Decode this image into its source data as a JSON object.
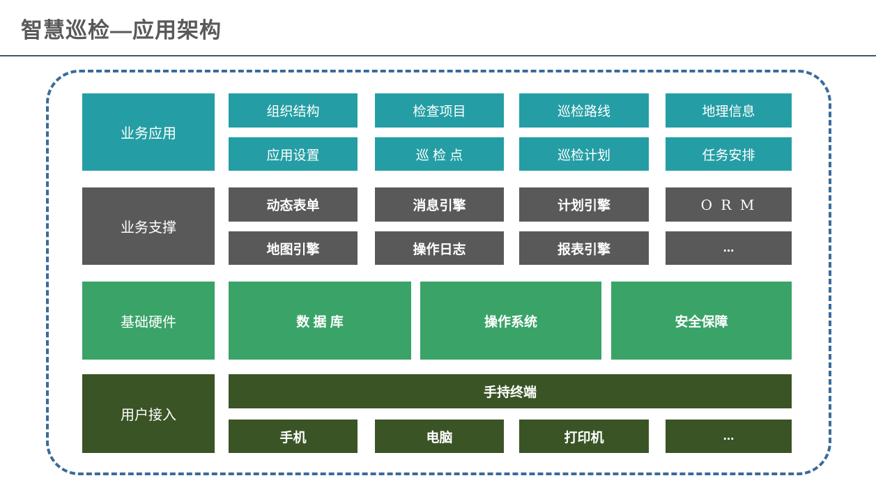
{
  "page": {
    "title": "智慧巡检—应用架构"
  },
  "colors": {
    "teal": "#249EA4",
    "dark_gray": "#595959",
    "green": "#3AA368",
    "dark_green": "#3A5425",
    "frame_border": "#3A6B9B",
    "title_text": "#595959",
    "divider": "#44546A",
    "box_text": "#FFFFFF"
  },
  "layers": [
    {
      "id": "business-application",
      "label": "业务应用",
      "modules": [
        [
          "组织结构",
          "检查项目",
          "巡检路线",
          "地理信息"
        ],
        [
          "应用设置",
          "巡 检 点",
          "巡检计划",
          "任务安排"
        ]
      ]
    },
    {
      "id": "business-support",
      "label": "业务支撑",
      "modules": [
        [
          "动态表单",
          "消息引擎",
          "计划引擎",
          "O R M"
        ],
        [
          "地图引擎",
          "操作日志",
          "报表引擎",
          "..."
        ]
      ]
    },
    {
      "id": "basic-hardware",
      "label": "基础硬件",
      "modules": [
        [
          "数 据 库",
          "操作系统",
          "安全保障"
        ]
      ]
    },
    {
      "id": "user-access",
      "label": "用户接入",
      "full_width_module": "手持终端",
      "modules": [
        [
          "手机",
          "电脑",
          "打印机",
          "..."
        ]
      ]
    }
  ]
}
